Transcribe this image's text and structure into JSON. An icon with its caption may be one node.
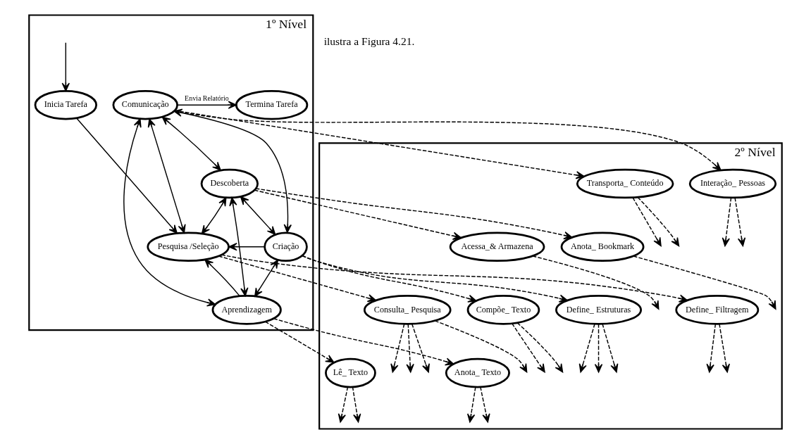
{
  "diagram": {
    "nodes": [
      {
        "text": [
          "1º Nível"
        ]
      },
      {
        "text": [
          "Inicia Tarefa"
        ],
        "in": 0
      },
      {
        "text": [
          "Comunicação"
        ],
        "in": 0
      },
      {
        "text": [
          "Termina Tarefa"
        ],
        "in": 0
      },
      {
        "text": [
          "Descoberta"
        ],
        "in": 0
      },
      {
        "text": [
          "Pesquisa /Seleção"
        ],
        "in": 0
      },
      {
        "text": [
          "Criação"
        ],
        "in": 0
      },
      {
        "text": [
          "Aprendizagem"
        ],
        "in": 0
      },
      {
        "text": [
          "2º Nível"
        ]
      },
      {
        "text": [
          "Transporta_ Conteúdo"
        ],
        "in": 8
      },
      {
        "text": [
          "Interação_ Pessoas"
        ],
        "in": 8
      },
      {
        "text": [
          "Anota_ Bookmark"
        ],
        "in": 8
      },
      {
        "text": [
          "Acessa_& Armazena"
        ],
        "in": 8
      },
      {
        "text": [
          "Define_ Filtragem"
        ],
        "in": 8
      },
      {
        "text": [
          "Consulta_ Pesquisa"
        ],
        "in": 8
      },
      {
        "text": [
          "Compõe_ Texto"
        ],
        "in": 8
      },
      {
        "text": [
          "Define_ Estruturas"
        ],
        "in": 8
      },
      {
        "text": [
          "Anota_ Texto"
        ],
        "in": 8
      },
      {
        "text": [
          "Lê_ Texto"
        ],
        "in": 8
      }
    ],
    "edges": [
      {
        "from": null,
        "to": 1,
        "arrow": "to"
      },
      {
        "from": 1,
        "to": 5,
        "arrow": "to"
      },
      {
        "from": 2,
        "to": 3,
        "arrow": "to",
        "label": "Envia Relatório"
      },
      {
        "from": 5,
        "to": 2,
        "arrow": "both"
      },
      {
        "from": 4,
        "to": 2,
        "arrow": "both"
      },
      {
        "from": 5,
        "to": 4,
        "arrow": "both"
      },
      {
        "from": 4,
        "to": 6,
        "arrow": "both"
      },
      {
        "from": 2,
        "to": 6,
        "arrow": "both"
      },
      {
        "from": 6,
        "to": 5,
        "arrow": "to"
      },
      {
        "from": 4,
        "to": 7,
        "arrow": "both"
      },
      {
        "from": 7,
        "to": 5,
        "arrow": "to"
      },
      {
        "from": 7,
        "to": 6,
        "arrow": "both"
      },
      {
        "from": 7,
        "to": 2,
        "arrow": "both"
      },
      {
        "from": 5,
        "to": 13,
        "arrow": "to",
        "style": "dashed"
      },
      {
        "from": 5,
        "to": 14,
        "arrow": "to",
        "style": "dashed"
      },
      {
        "from": 4,
        "to": 11,
        "arrow": "to",
        "style": "dashed"
      },
      {
        "from": 4,
        "to": 12,
        "arrow": "to",
        "style": "dashed"
      },
      {
        "from": 7,
        "to": 17,
        "arrow": "to",
        "style": "dashed"
      },
      {
        "from": 7,
        "to": 18,
        "arrow": "to",
        "style": "dashed"
      },
      {
        "from": 6,
        "to": 15,
        "arrow": "to",
        "style": "dashed"
      },
      {
        "from": 6,
        "to": 16,
        "arrow": "to",
        "style": "dashed"
      },
      {
        "from": 2,
        "to": 9,
        "arrow": "to",
        "style": "dashed"
      },
      {
        "from": 2,
        "to": 10,
        "arrow": "to",
        "style": "dashed"
      },
      {
        "from": 9,
        "to": null,
        "arrow": "to",
        "style": "dashed"
      },
      {
        "from": 9,
        "to": null,
        "arrow": "to",
        "style": "dashed"
      },
      {
        "from": 10,
        "to": null,
        "arrow": "to",
        "style": "dashed"
      },
      {
        "from": 10,
        "to": null,
        "arrow": "to",
        "style": "dashed"
      },
      {
        "from": 11,
        "to": null,
        "arrow": "to",
        "style": "dashed"
      },
      {
        "from": 12,
        "to": null,
        "arrow": "to",
        "style": "dashed"
      },
      {
        "from": 13,
        "to": null,
        "arrow": "to",
        "style": "dashed"
      },
      {
        "from": 13,
        "to": null,
        "arrow": "to",
        "style": "dashed"
      },
      {
        "from": 14,
        "to": null,
        "arrow": "to",
        "style": "dashed"
      },
      {
        "from": 14,
        "to": null,
        "arrow": "to",
        "style": "dashed"
      },
      {
        "from": 14,
        "to": null,
        "arrow": "to",
        "style": "dashed"
      },
      {
        "from": 14,
        "to": null,
        "arrow": "to",
        "style": "dashed"
      },
      {
        "from": 15,
        "to": null,
        "arrow": "to",
        "style": "dashed"
      },
      {
        "from": 15,
        "to": null,
        "arrow": "to",
        "style": "dashed"
      },
      {
        "from": 16,
        "to": null,
        "arrow": "to",
        "style": "dashed"
      },
      {
        "from": 16,
        "to": null,
        "arrow": "to",
        "style": "dashed"
      },
      {
        "from": 16,
        "to": null,
        "arrow": "to",
        "style": "dashed"
      },
      {
        "from": 17,
        "to": null,
        "arrow": "to",
        "style": "dashed"
      },
      {
        "from": 17,
        "to": null,
        "arrow": "to",
        "style": "dashed"
      },
      {
        "from": 18,
        "to": null,
        "arrow": "to",
        "style": "dashed"
      },
      {
        "from": 18,
        "to": null,
        "arrow": "to",
        "style": "dashed"
      }
    ],
    "labels": [
      "ilustra a Figura 4.21."
    ]
  }
}
